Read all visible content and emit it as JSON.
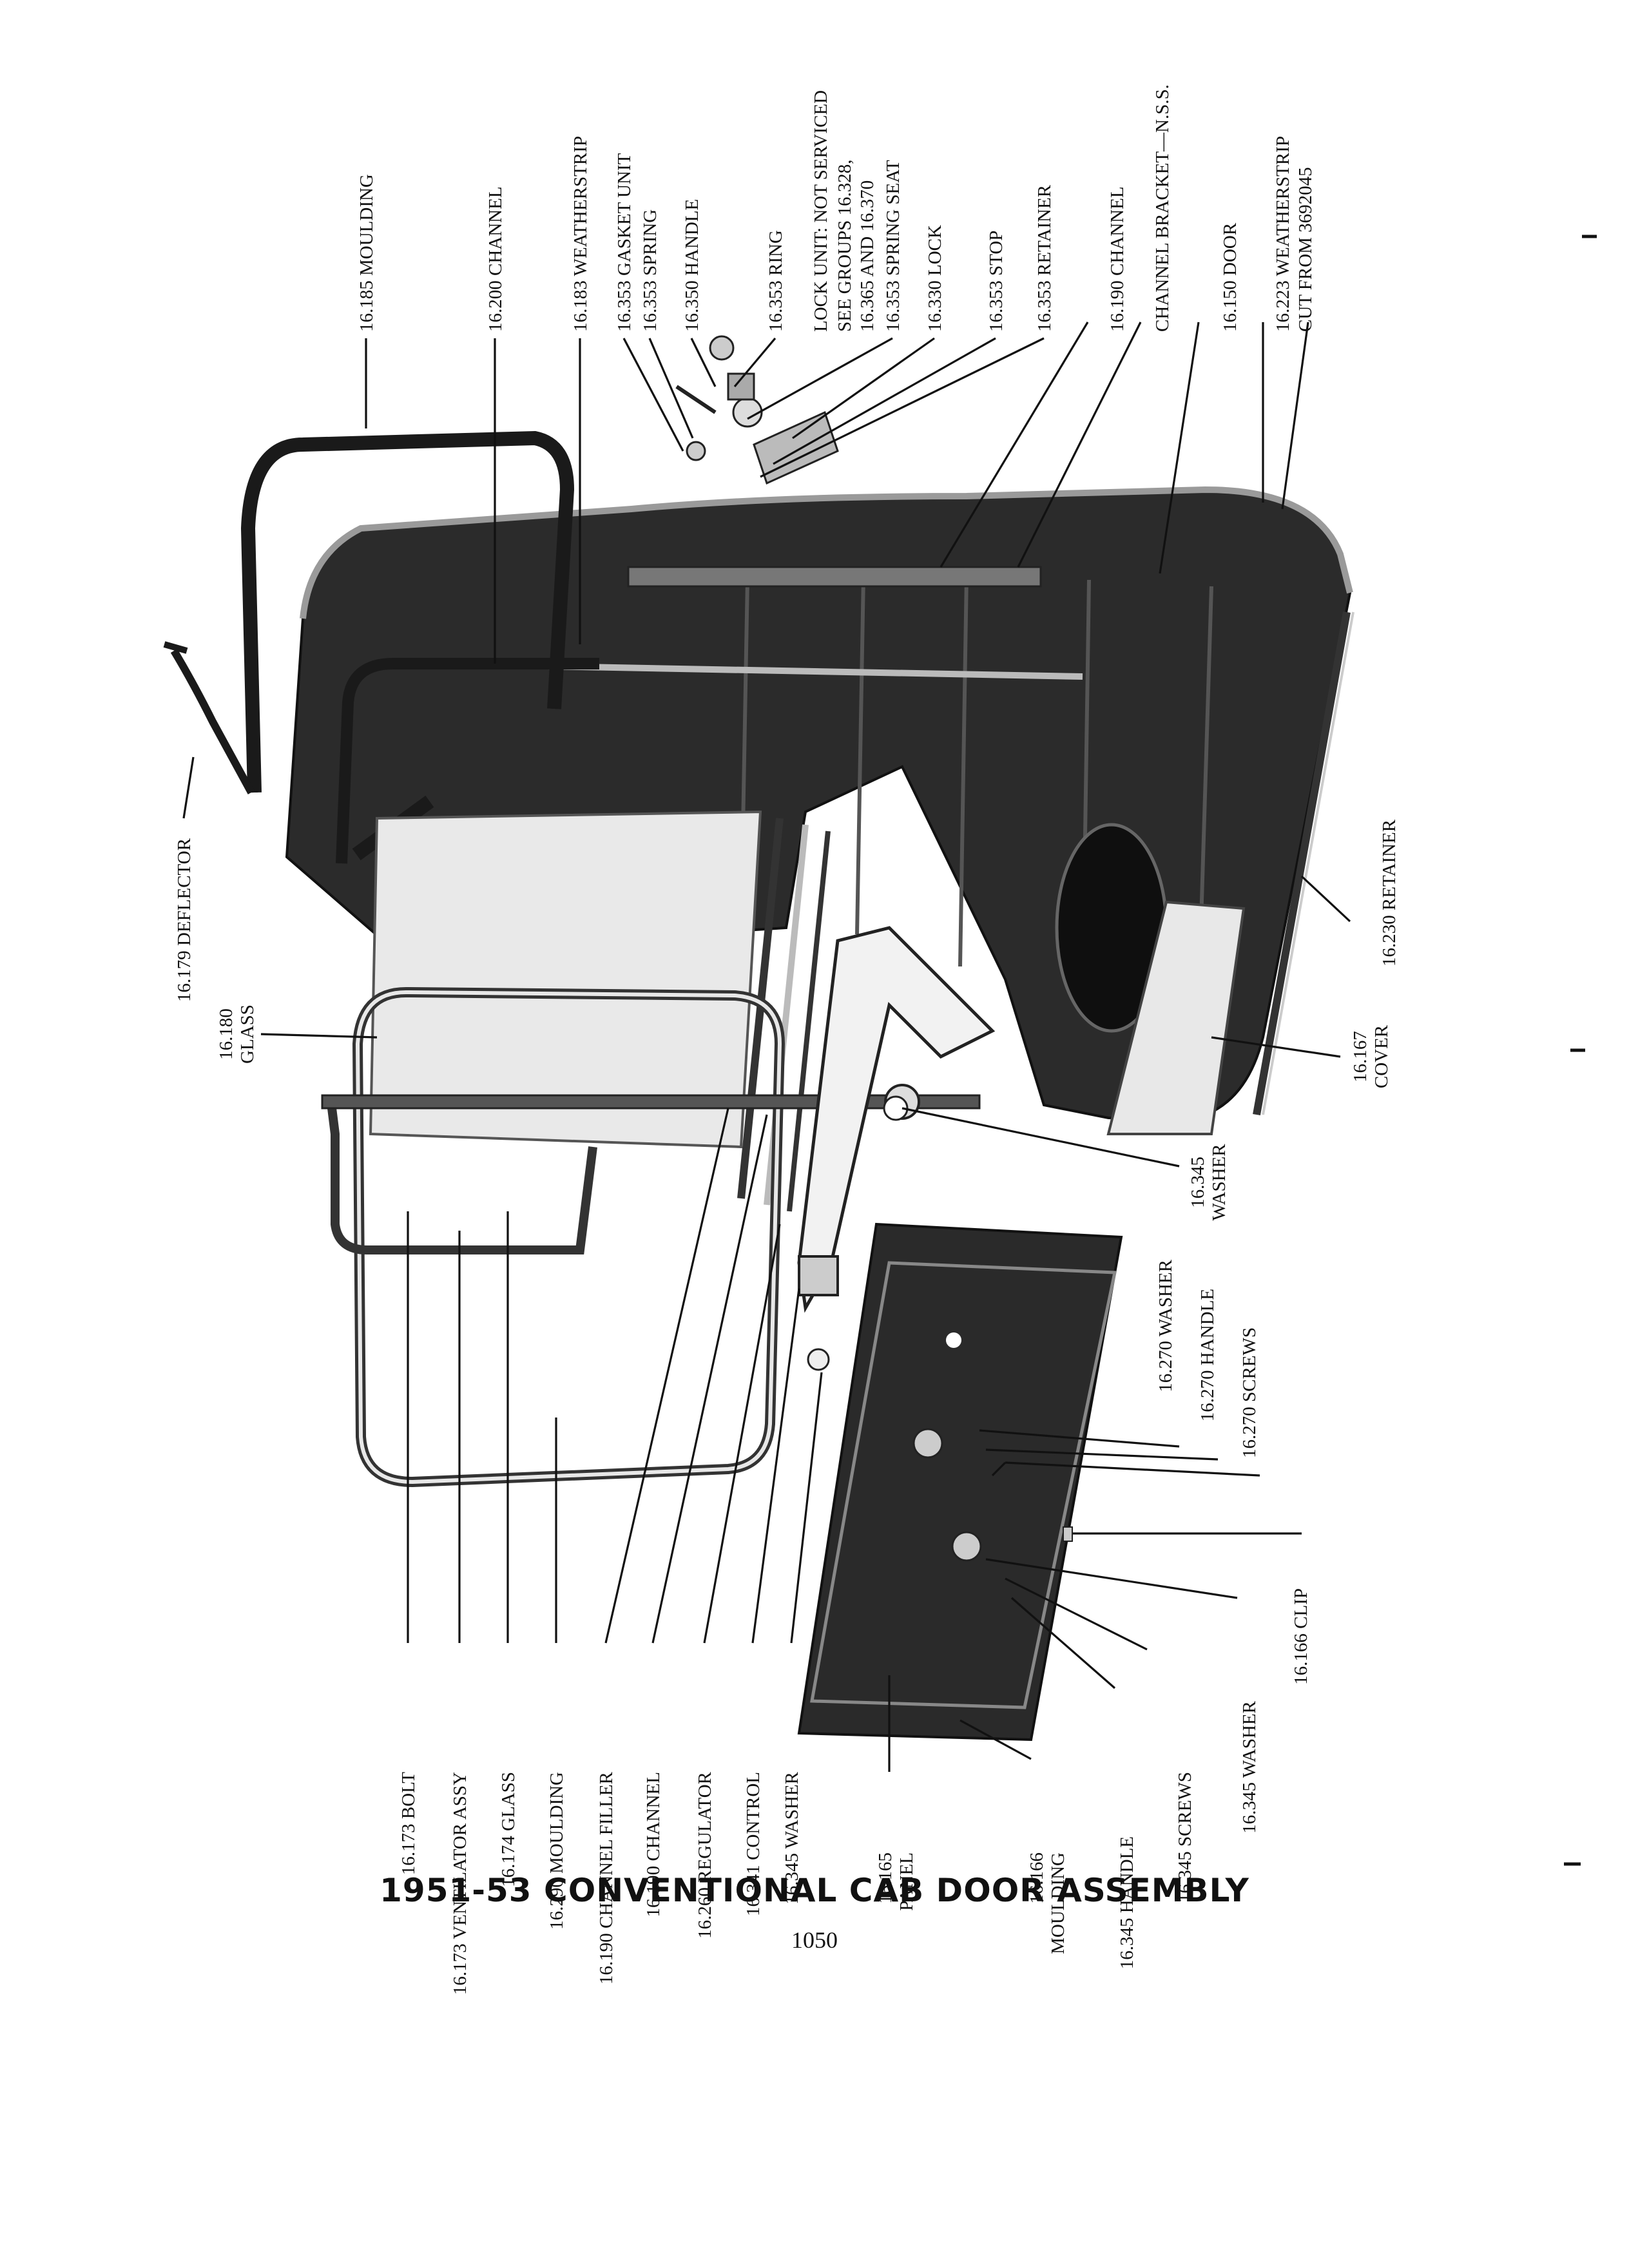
{
  "title": "1951-53 CONVENTIONAL CAB DOOR ASSEMBLY",
  "page_number": "1050",
  "colors": {
    "ink": "#111111",
    "panel": "#2a2a2a",
    "paper": "#ffffff"
  },
  "labels_top": [
    {
      "id": "moulding-16185",
      "text": "16.185 MOULDING"
    },
    {
      "id": "channel-16200",
      "text": "16.200 CHANNEL"
    },
    {
      "id": "weatherstrip-16183",
      "text": "16.183 WEATHERSTRIP"
    },
    {
      "id": "gasket-16353",
      "text": "16.353 GASKET UNIT"
    },
    {
      "id": "spring-16353",
      "text": "16.353 SPRING"
    },
    {
      "id": "handle-16350",
      "text": "16.350 HANDLE"
    },
    {
      "id": "ring-16353",
      "text": "16.353 RING"
    },
    {
      "id": "lockunit",
      "lines": [
        "LOCK UNIT: NOT SERVICED",
        "SEE GROUPS 16.328,",
        "16.365 AND 16.370"
      ]
    },
    {
      "id": "springseat-16353",
      "text": "16.353 SPRING SEAT"
    },
    {
      "id": "lock-16330",
      "text": "16.330 LOCK"
    },
    {
      "id": "stop-16353",
      "text": "16.353 STOP"
    },
    {
      "id": "retainer-16353",
      "text": "16.353 RETAINER"
    },
    {
      "id": "channel-16190-top",
      "text": "16.190 CHANNEL"
    },
    {
      "id": "channel-bracket",
      "text": "CHANNEL BRACKET—N.S.S."
    },
    {
      "id": "door-16150",
      "text": "16.150 DOOR"
    },
    {
      "id": "weatherstrip-16223",
      "lines": [
        "16.223 WEATHERSTRIP",
        "CUT FROM 3692045"
      ]
    }
  ],
  "labels_bottom": [
    {
      "id": "bolt-16173",
      "text": "16.173 BOLT"
    },
    {
      "id": "ventilator-16173",
      "text": "16.173 VENTILATOR ASSY"
    },
    {
      "id": "glass-16174",
      "text": "16.174 GLASS"
    },
    {
      "id": "moulding-16290",
      "text": "16.290 MOULDING"
    },
    {
      "id": "channelfiller-16190",
      "text": "16.190 CHANNEL FILLER"
    },
    {
      "id": "channel-16190-bot",
      "text": "16.190 CHANNEL"
    },
    {
      "id": "regulator-16260",
      "text": "16.260 REGULATOR"
    },
    {
      "id": "control-16341",
      "text": "16.341 CONTROL"
    },
    {
      "id": "washer-16345-a",
      "text": "16.345 WASHER"
    }
  ],
  "labels_misc": [
    {
      "id": "deflector-16179",
      "text": "16.179 DEFLECTOR"
    },
    {
      "id": "glass-16180",
      "lines": [
        "16.180",
        "GLASS"
      ]
    },
    {
      "id": "retainer-16230",
      "text": "16.230 RETAINER"
    },
    {
      "id": "cover-16167",
      "lines": [
        "16.167",
        "COVER"
      ]
    },
    {
      "id": "washer-16345-b",
      "lines": [
        "16.345",
        "WASHER"
      ]
    },
    {
      "id": "washer-16270",
      "text": "16.270 WASHER"
    },
    {
      "id": "handle-16270",
      "text": "16.270 HANDLE"
    },
    {
      "id": "screws-16270",
      "text": "16.270 SCREWS"
    },
    {
      "id": "clip-16166",
      "text": "16.166 CLIP"
    },
    {
      "id": "washer-16345-c",
      "text": "16.345 WASHER"
    },
    {
      "id": "screws-16345",
      "text": "16.345 SCREWS"
    },
    {
      "id": "handle-16345",
      "text": "16.345 HANDLE"
    },
    {
      "id": "moulding-16166",
      "lines": [
        "16.166",
        "MOULDING"
      ]
    },
    {
      "id": "panel-16165",
      "lines": [
        "16.165",
        "PANEL"
      ]
    }
  ]
}
